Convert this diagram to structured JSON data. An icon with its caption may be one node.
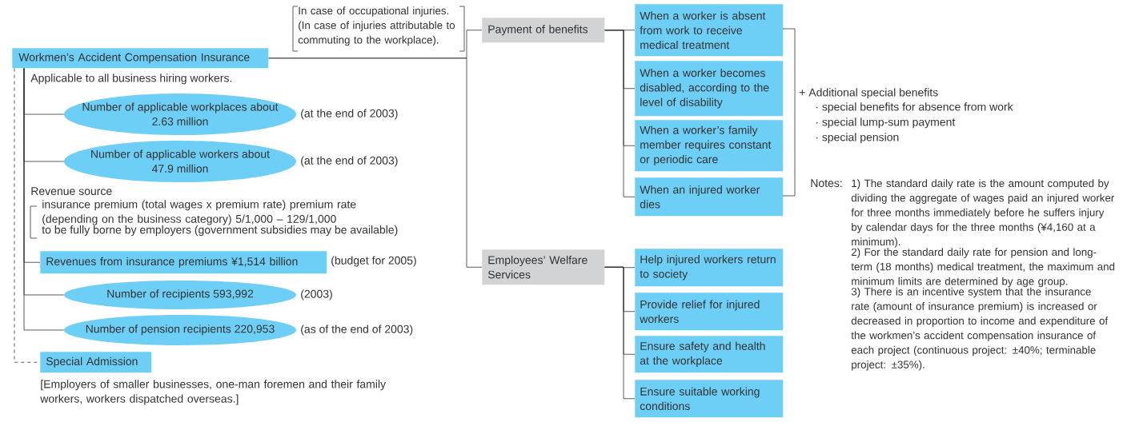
{
  "diagram": {
    "nodes": [
      {
        "text": [
          "Workmen’s Accident Compensation Insurance"
        ]
      },
      {
        "text": [
          "Number of applicable workplaces about 2.63 million"
        ],
        "beside": [
          "(at the end of 2003)"
        ]
      },
      {
        "text": [
          "Number of applicable workers about 47.9 million"
        ],
        "beside": [
          "(at the end of 2003)"
        ]
      },
      {
        "text": [
          "Revenues from insurance premiums ¥1,514 billion"
        ],
        "beside": [
          "(budget for 2005)"
        ]
      },
      {
        "text": [
          "Number of recipients 593,992"
        ],
        "beside": [
          "(2003)"
        ]
      },
      {
        "text": [
          "Number of pension recipients 220,953"
        ],
        "beside": [
          "(as of the end of 2003)"
        ]
      },
      {
        "text": [
          "Special Admission"
        ],
        "beside": [
          "[Employers of smaller businesses, one-man foremen and their family workers, workers dispatched overseas.]"
        ]
      },
      {
        "text": [
          "Payment of benefits"
        ]
      },
      {
        "text": [
          "Employees’ Welfare Services"
        ]
      },
      {
        "text": [
          "When a worker is absent from work to receive medical treatment"
        ]
      },
      {
        "text": [
          "When a worker becomes disabled, according to the level of disability"
        ]
      },
      {
        "text": [
          "When a worker’s family member requires constant or periodic care"
        ]
      },
      {
        "text": [
          "When an injured worker dies"
        ]
      },
      {
        "text": [
          "Help injured workers return to society"
        ]
      },
      {
        "text": [
          "Provide relief for injured workers"
        ]
      },
      {
        "text": [
          "Ensure safety and health at the workplace"
        ]
      },
      {
        "text": [
          "Ensure suitable working conditions"
        ]
      }
    ],
    "edges": [
      {
        "from": 0,
        "to": 1,
        "arrow": "none"
      },
      {
        "from": 0,
        "to": 2,
        "arrow": "none"
      },
      {
        "from": 0,
        "to": 3,
        "arrow": "none"
      },
      {
        "from": 0,
        "to": 4,
        "arrow": "none"
      },
      {
        "from": 0,
        "to": 5,
        "arrow": "none"
      },
      {
        "from": 0,
        "to": 6,
        "arrow": "none",
        "style": "dashed"
      },
      {
        "from": 0,
        "to": 7,
        "arrow": "none"
      },
      {
        "from": 0,
        "to": 8,
        "arrow": "none"
      },
      {
        "from": 7,
        "to": 9,
        "arrow": "none"
      },
      {
        "from": 7,
        "to": 10,
        "arrow": "none"
      },
      {
        "from": 7,
        "to": 11,
        "arrow": "none"
      },
      {
        "from": 7,
        "to": 12,
        "arrow": "none"
      },
      {
        "from": 8,
        "to": 13,
        "arrow": "none"
      },
      {
        "from": 8,
        "to": 14,
        "arrow": "none"
      },
      {
        "from": 8,
        "to": 15,
        "arrow": "none"
      },
      {
        "from": 8,
        "to": 16,
        "arrow": "none"
      }
    ],
    "labels": [
      "In case of occupational injuries. (In case of injuries attributable to commuting to the workplace).",
      "Applicable to all business hiring workers.",
      "Revenue source",
      "insurance premium (total wages x premium rate) premium rate (depending on the business category) 5/1,000 – 129/1,000",
      "to be fully borne by employers (government subsidies may be available)",
      "+ Additional special benefits",
      "· special benefits for absence from work",
      "· special lump-sum payment",
      "· special pension",
      "Notes:",
      "1) The standard daily rate is the amount computed by dividing the aggregate of wages paid an injured worker for three months immediately before he suffers injury by calendar days for the three months (¥4,160 at a minimum).",
      "2) For the standard daily rate for pension and long-term (18 months) medical treatment, the maximum and minimum limits are determined by age group.",
      "3) There is an incentive system that the insurance rate (amount of insurance premium) is increased or decreased in proportion to income and expenditure of the workmen’s accident compensation insurance of each project (continuous project: ±40%; terminable project: ±35%)."
    ]
  }
}
